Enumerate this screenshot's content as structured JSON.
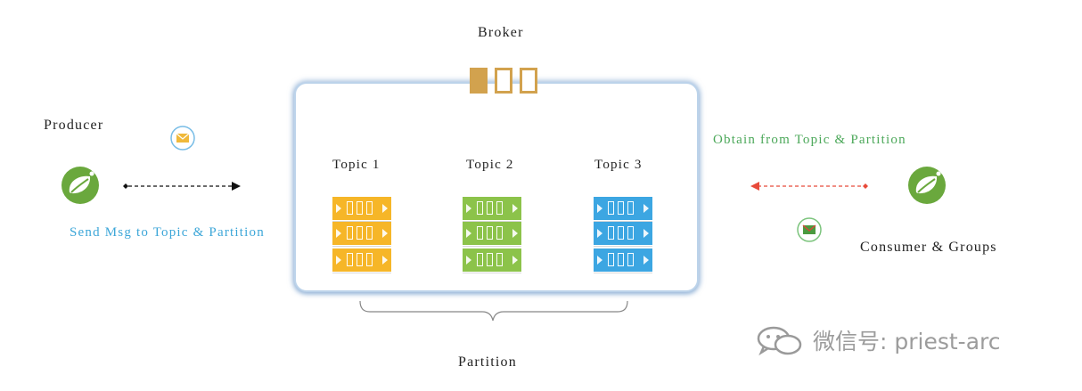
{
  "broker": {
    "title": "Broker",
    "topics": [
      {
        "label": "Topic 1",
        "color": "#f6b628",
        "partitions": 3
      },
      {
        "label": "Topic 2",
        "color": "#8cc34a",
        "partitions": 3
      },
      {
        "label": "Topic 3",
        "color": "#3ca6e2",
        "partitions": 3
      }
    ],
    "cap_color": "#d2a24e"
  },
  "producer": {
    "title": "Producer",
    "message": "Send Msg to Topic & Partition",
    "message_color": "#3ca6d8",
    "logo_color": "#6aa83d",
    "mail_icon": "envelope-icon"
  },
  "consumer": {
    "title": "Consumer & Groups",
    "message": "Obtain from Topic & Partition",
    "message_color": "#4ca85a",
    "arrow_color": "#e84a3a",
    "logo_color": "#6aa83d",
    "mail_icon": "envelope-icon"
  },
  "partition": {
    "label": "Partition"
  },
  "watermark": {
    "text": "微信号: priest-arc",
    "icon": "wechat-icon"
  }
}
